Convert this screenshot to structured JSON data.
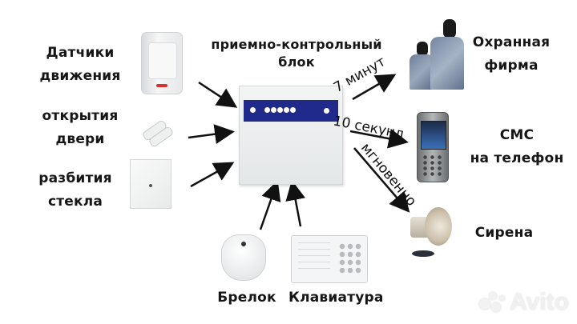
{
  "center": {
    "title_line1": "приемно-контрольный",
    "title_line2": "блок"
  },
  "inputs": [
    {
      "line1": "Датчики",
      "line2": "движения"
    },
    {
      "line1": "открытия",
      "line2": "двери"
    },
    {
      "line1": "разбития",
      "line2": "стекла"
    }
  ],
  "bottom_devices": [
    {
      "label": "Брелок"
    },
    {
      "label": "Клавиатура"
    }
  ],
  "outputs": [
    {
      "line1": "Охранная",
      "line2": "фирма",
      "timing": "7 минут"
    },
    {
      "line1": "СМС",
      "line2": "на телефон",
      "timing": "10 секунд"
    },
    {
      "line1": "Сирена",
      "line2": "",
      "timing": "мгновенно"
    }
  ],
  "watermark": {
    "text": "Avito"
  },
  "colors": {
    "panel_blue": "#1f2a8a",
    "arrow": "#111111",
    "device_body": "#eceff0"
  }
}
